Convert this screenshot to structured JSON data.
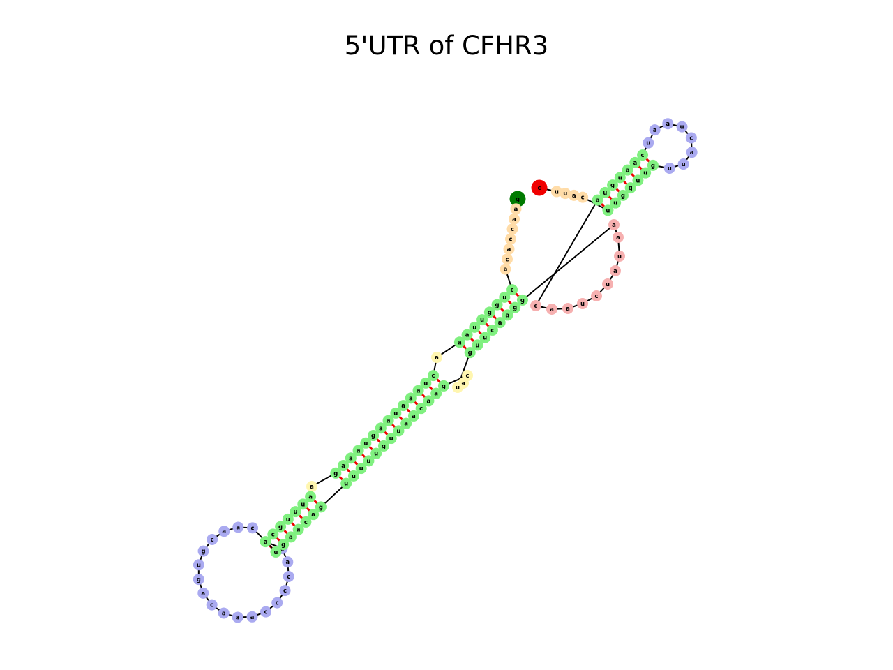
{
  "title": "5'UTR of CFHR3",
  "colors": {
    "stem": "#80f080",
    "hairpin_loop": "#aaaaf0",
    "interior_loop": "#fff6b0",
    "multi_loop": "#f6b0b0",
    "exterior": "#ffdca8",
    "five_prime_end": "#007a00",
    "three_prime_end": "#f00000",
    "backbone": "#000000",
    "base_pair": "#f00000"
  },
  "structure": {
    "outer_stem_5p": [
      "c",
      "u",
      "g",
      "g",
      "u",
      "u",
      "a",
      "a"
    ],
    "outer_stem_3p": [
      "g",
      "u",
      "u",
      "c",
      "a",
      "a",
      "g",
      "g"
    ],
    "internal_loop_5p": [
      "a"
    ],
    "internal_loop_3p": [
      "c",
      "a",
      "u"
    ],
    "inner_stem_5p": [
      "c",
      "u",
      "a",
      "a",
      "a",
      "u",
      "a",
      "a",
      "g",
      "u",
      "a",
      "a",
      "a",
      "g"
    ],
    "inner_stem_3p": [
      "u",
      "u",
      "u",
      "u",
      "u",
      "g",
      "u",
      "u",
      "a",
      "a",
      "c",
      "a",
      "a",
      "g"
    ],
    "lower_bulge": [
      "a"
    ],
    "lower_stem_5p": [
      "a",
      "u",
      "u",
      "u",
      "g",
      "c",
      "a"
    ],
    "lower_stem_3p": [
      "u",
      "g",
      "a",
      "a",
      "c",
      "a",
      "g"
    ],
    "lower_hairpin_loop": [
      "a",
      "a",
      "c",
      "c",
      "c",
      "c",
      "a",
      "a",
      "a",
      "c",
      "a",
      "g",
      "u",
      "g",
      "c",
      "a",
      "a",
      "c"
    ],
    "multi_loop": [
      "a",
      "a",
      "u",
      "a",
      "u",
      "c",
      "u",
      "a",
      "a",
      "c"
    ],
    "upper_stem_5p": [
      "a",
      "u",
      "g",
      "u",
      "a",
      "a",
      "c"
    ],
    "upper_stem_3p": [
      "g",
      "u",
      "u",
      "g",
      "g",
      "u",
      "u"
    ],
    "upper_hairpin_loop": [
      "u",
      "a",
      "a",
      "u",
      "c",
      "a",
      "u",
      "u"
    ],
    "five_prime_tail": [
      "g",
      "a",
      "a",
      "c",
      "c",
      "a",
      "c",
      "a"
    ],
    "three_prime_tail": [
      "c",
      "u",
      "u",
      "a",
      "c"
    ]
  }
}
